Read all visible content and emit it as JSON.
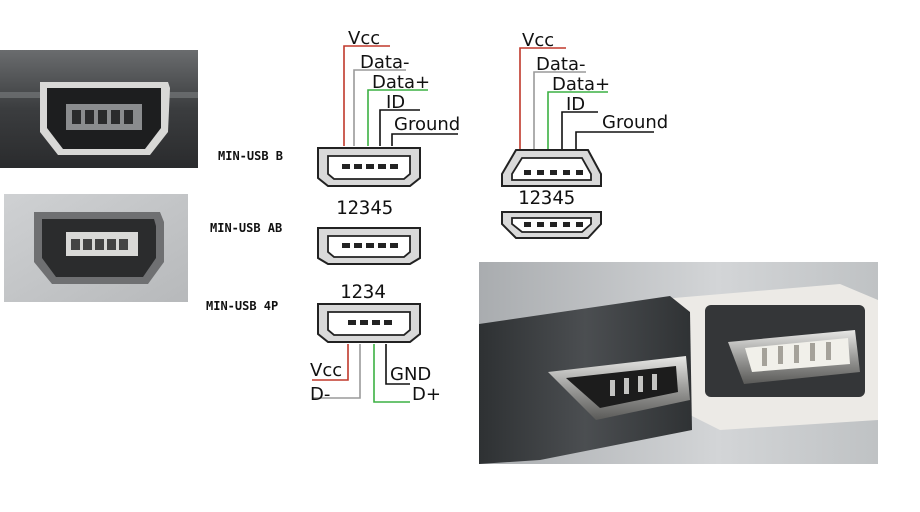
{
  "top_diagram": {
    "labels": {
      "vcc": "Vcc",
      "data_minus": "Data-",
      "data_plus": "Data+",
      "id": "ID",
      "ground": "Ground"
    },
    "connectors": {
      "mini_b": "MIN-USB B",
      "mini_ab": "MIN-USB AB",
      "mini_4p": "MIN-USB 4P"
    },
    "pin_numbers_5": "12345",
    "pin_numbers_4": "1234"
  },
  "bottom_diagram": {
    "vcc": "Vcc",
    "d_minus": "D-",
    "gnd": "GND",
    "d_plus": "D+"
  },
  "right_diagram": {
    "labels": {
      "vcc": "Vcc",
      "data_minus": "Data-",
      "data_plus": "Data+",
      "id": "ID",
      "ground": "Ground"
    },
    "pin_numbers": "12345"
  },
  "colors": {
    "vcc_wire": "#c0392b",
    "data_minus_wire": "#9a9a9a",
    "data_plus_wire": "#3cb043",
    "ground_wire": "#111111"
  },
  "photos": {
    "photo1_icon": "mini-usb-port-photo",
    "photo2_icon": "mini-usb-port-photo",
    "photo3_icon": "mini-usb-plugs-photo"
  }
}
